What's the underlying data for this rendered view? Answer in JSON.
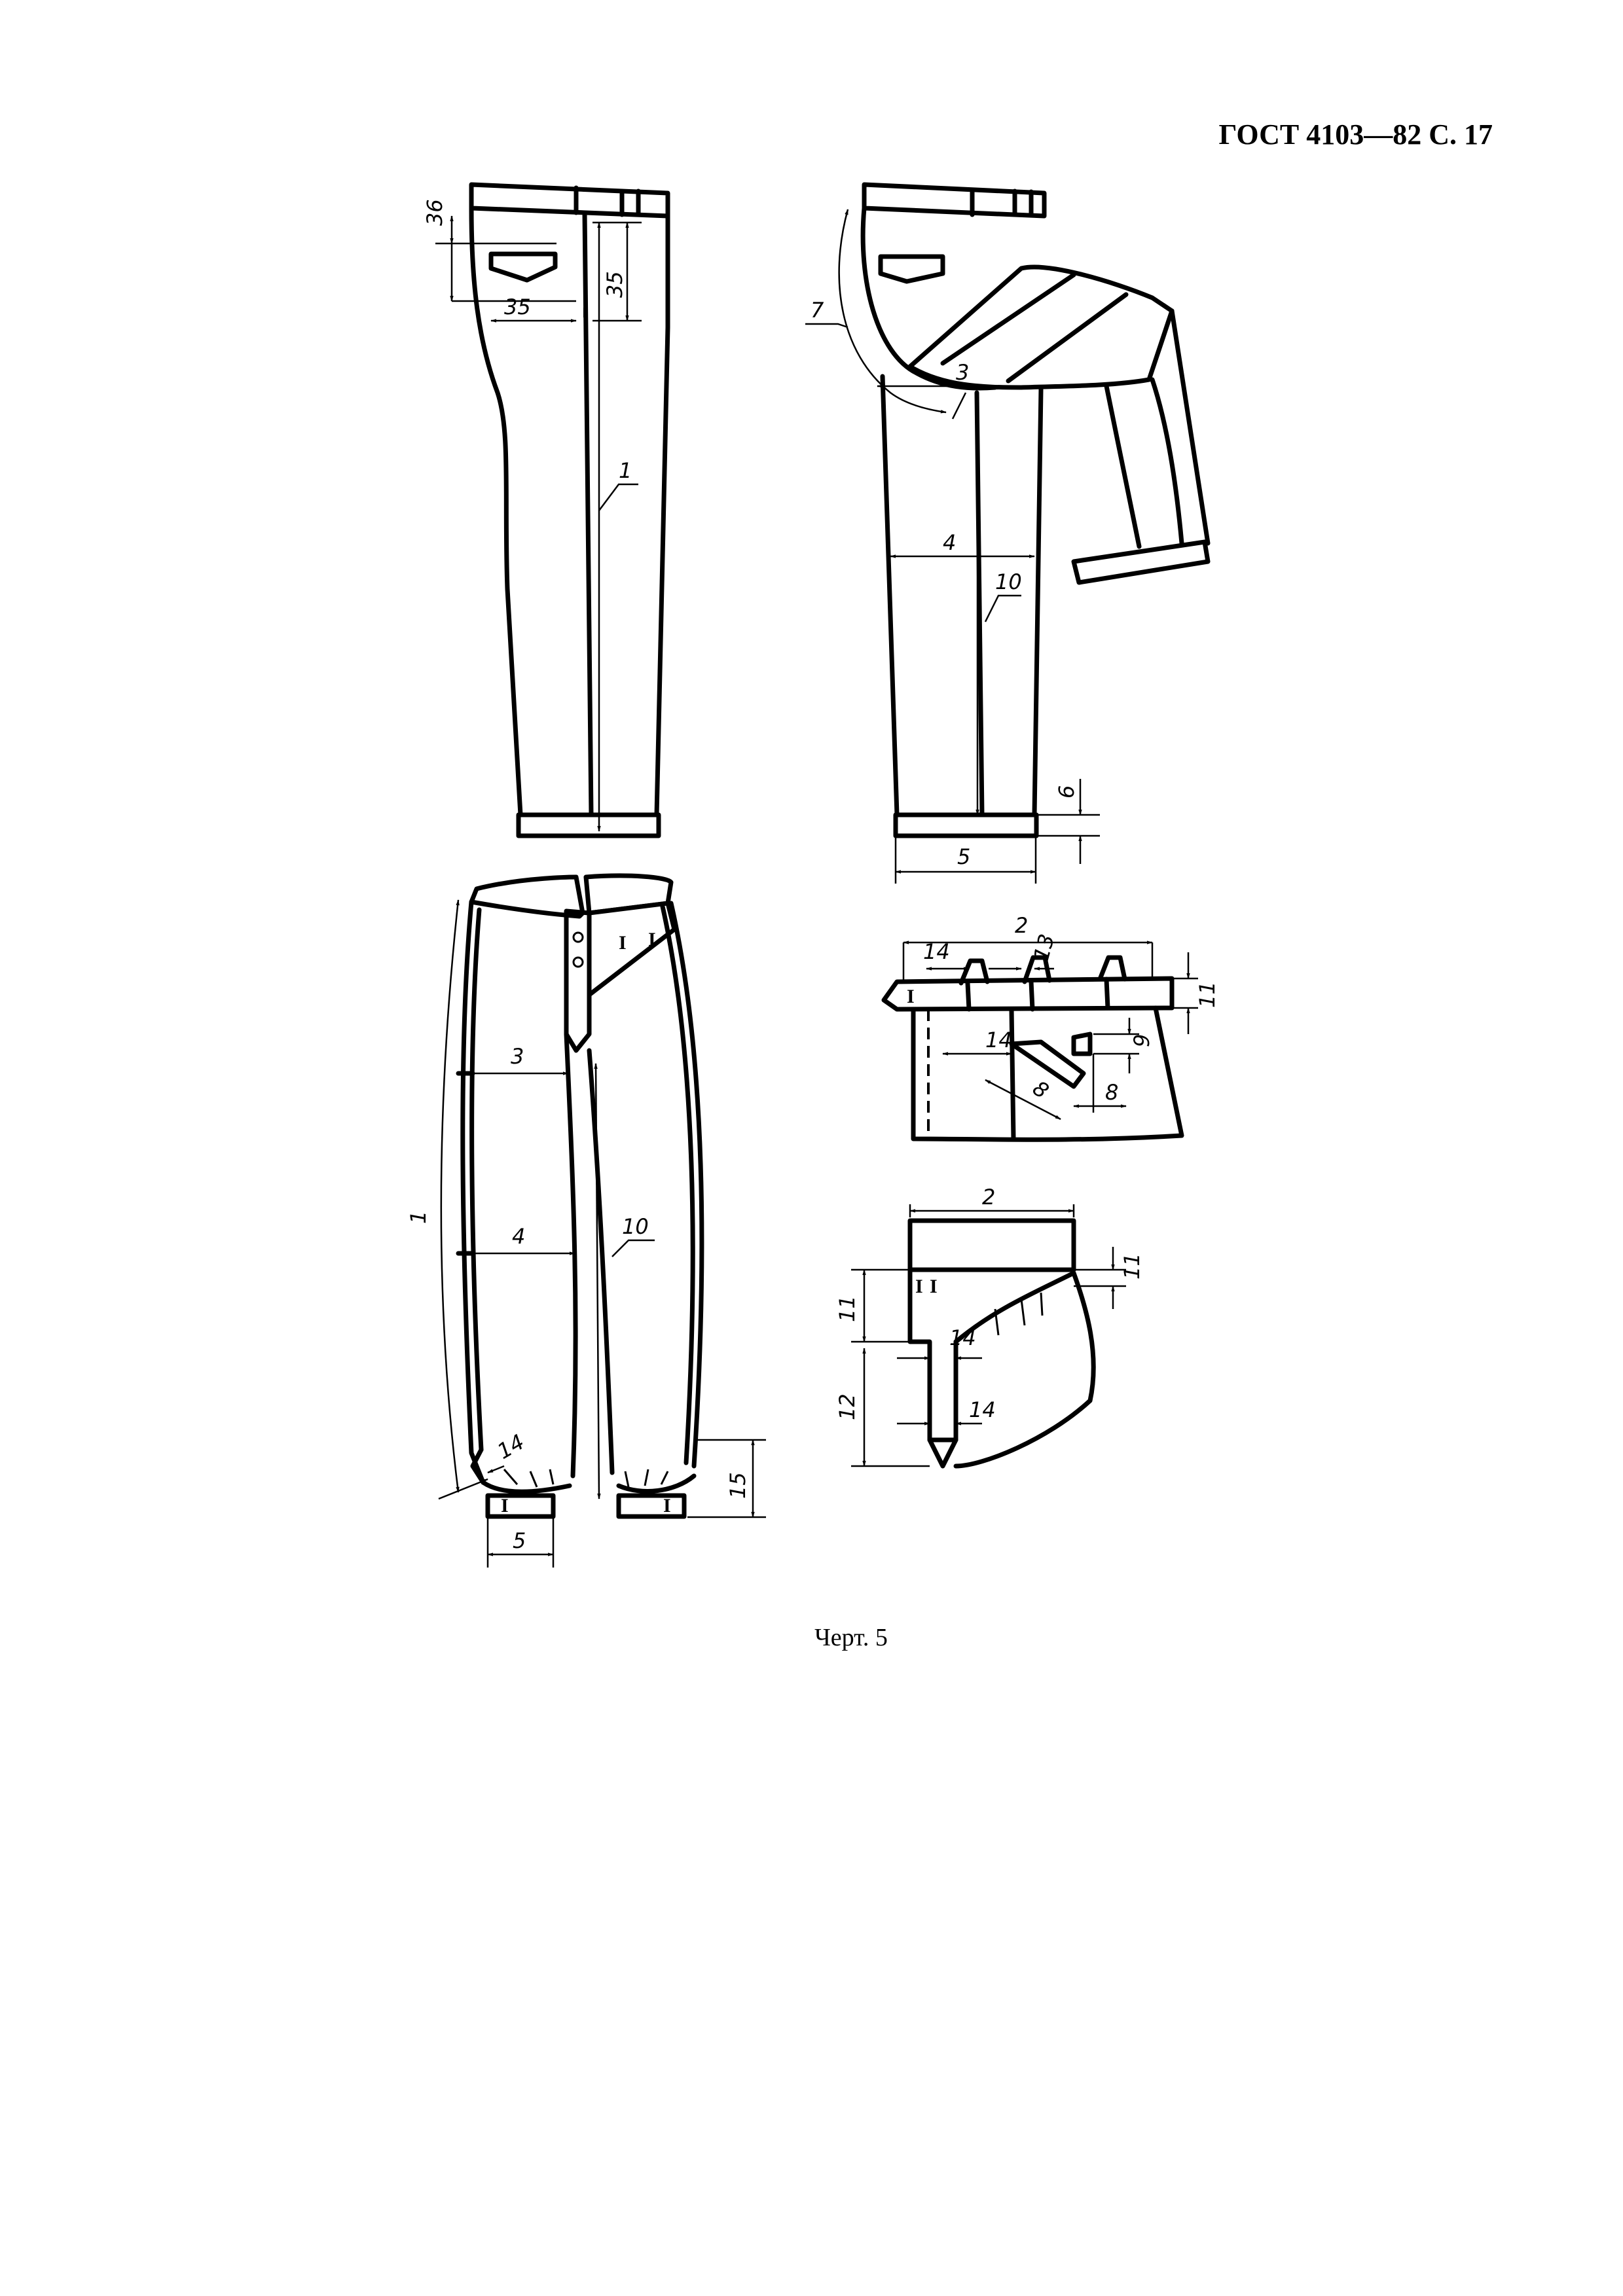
{
  "header": {
    "text": "ГОСТ 4103—82 С. 17"
  },
  "caption": {
    "text": "Черт. 5"
  },
  "marker": "I",
  "labels": {
    "tl": {
      "l36": "36",
      "l35a": "35",
      "l35b": "35",
      "l1": "1"
    },
    "tr": {
      "l7": "7",
      "l3": "3",
      "l4": "4",
      "l10": "10",
      "l6": "6",
      "l5": "5"
    },
    "bl": {
      "l3": "3",
      "l1": "1",
      "l4": "4",
      "l10": "10",
      "l14": "14",
      "l15": "15",
      "l5": "5"
    },
    "mr": {
      "l2": "2",
      "l14a": "14",
      "l13": "13",
      "l11": "11",
      "l14b": "14",
      "l9": "9",
      "l8a": "8",
      "l8b": "8"
    },
    "br": {
      "l2": "2",
      "l11a": "11",
      "l11b": "11",
      "l14a": "14",
      "l12": "12",
      "l14b": "14"
    }
  }
}
